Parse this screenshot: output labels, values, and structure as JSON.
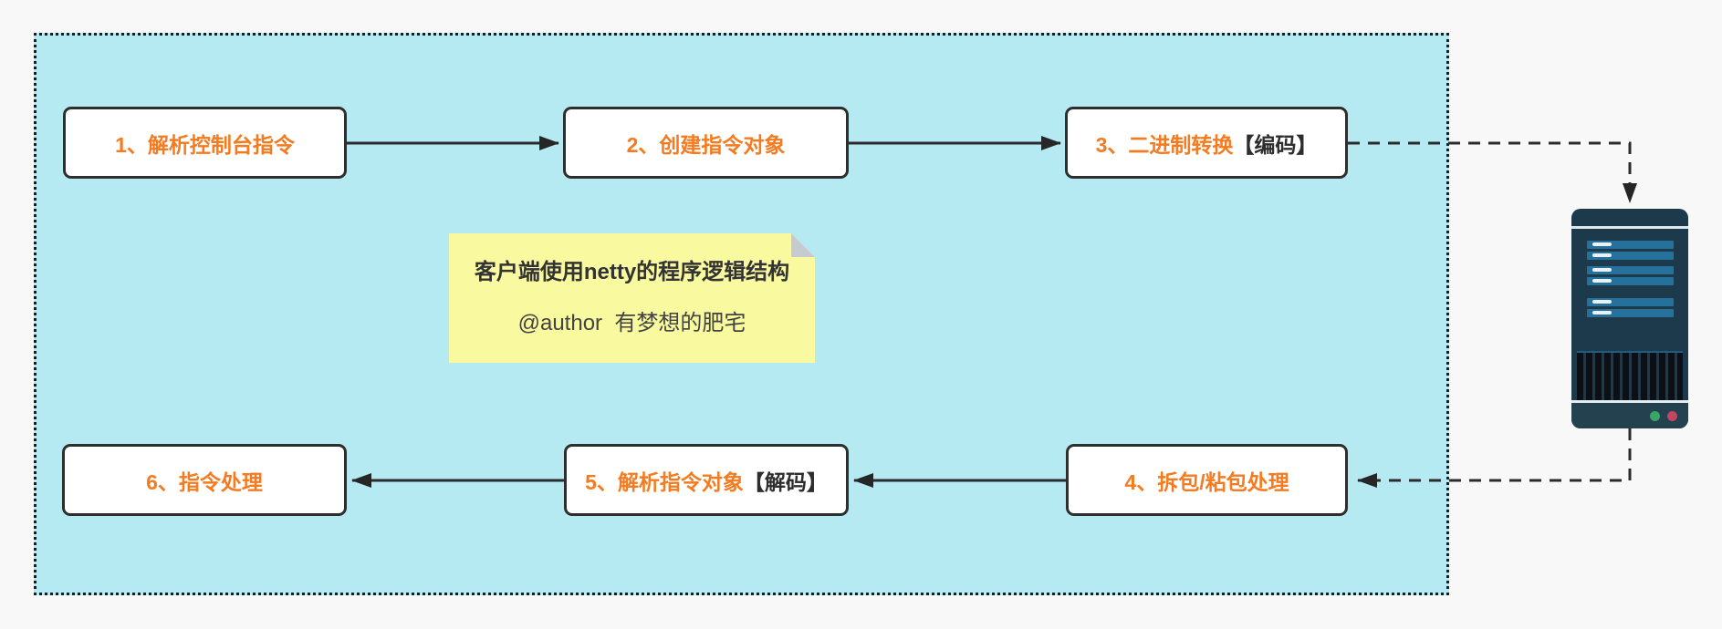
{
  "flow": {
    "steps": [
      {
        "main": "1、解析控制台指令",
        "suffix": ""
      },
      {
        "main": "2、创建指令对象",
        "suffix": ""
      },
      {
        "main": "3、二进制转换",
        "suffix": "【编码】"
      },
      {
        "main": "4、拆包/粘包处理",
        "suffix": ""
      },
      {
        "main": "5、解析指令对象",
        "suffix": "【解码】"
      },
      {
        "main": "6、指令处理",
        "suffix": ""
      }
    ]
  },
  "note": {
    "title": "客户端使用netty的程序逻辑结构",
    "author": "@author  有梦想的肥宅"
  },
  "icons": {
    "server": "server-icon"
  },
  "colors": {
    "page_background": "#F8F8F8",
    "panel_background": "#B6EAF3",
    "panel_border": "#1c1c1c",
    "box_border": "#2e2e2e",
    "accent_orange": "#F47B20",
    "dark_text": "#2d2d2d",
    "note_yellow": "#F9F9A0",
    "note_fold_gray": "#C7CBCF",
    "server_body": "#1D3A4D",
    "server_bar": "#26719B",
    "led_green": "#3BA468",
    "led_red": "#C44560",
    "connector": "#2b2b2b"
  }
}
